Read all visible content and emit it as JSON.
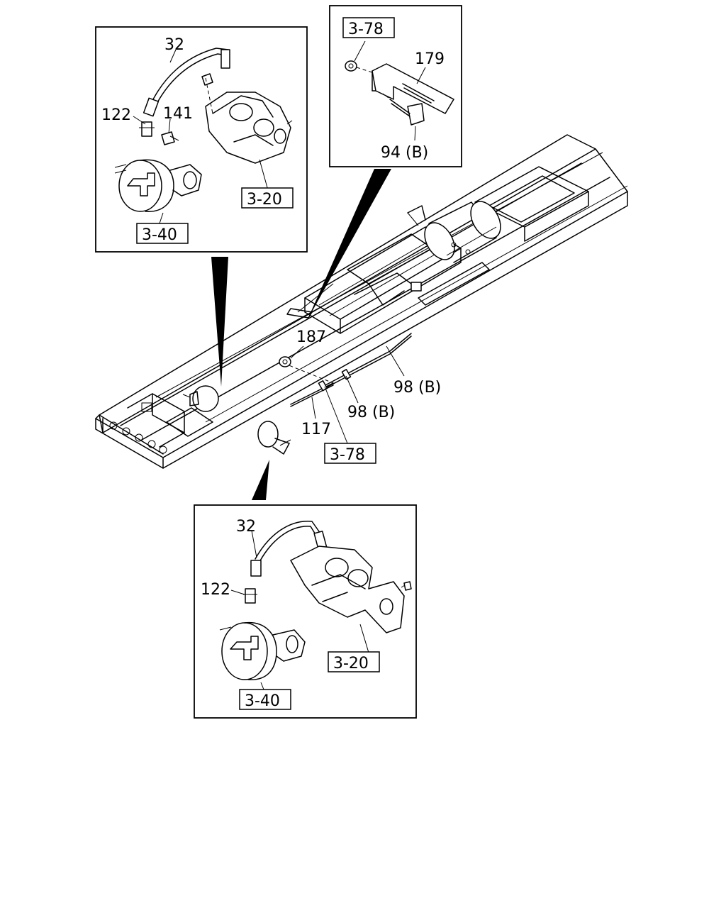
{
  "labels": {
    "top_left_hose": "32",
    "top_left_fitting": "122",
    "top_left_switch": "141",
    "top_left_valve_ref": "3-20",
    "top_left_chamber_ref": "3-40",
    "top_right_ref": "3-78",
    "top_right_bracket": "179",
    "top_right_bolt": "94 (B)",
    "main_nut": "187",
    "main_clip_upper": "98 (B)",
    "main_clip_lower": "98 (B)",
    "main_pipe": "117",
    "main_ref": "3-78",
    "bottom_hose": "32",
    "bottom_fitting": "122",
    "bottom_valve_ref": "3-20",
    "bottom_chamber_ref": "3-40"
  }
}
